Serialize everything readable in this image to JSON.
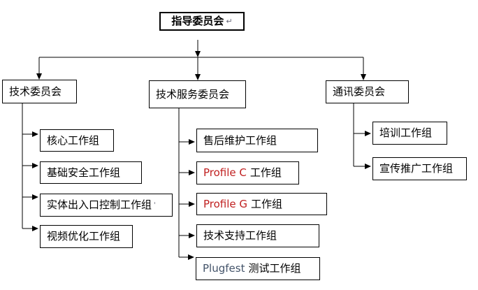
{
  "root": {
    "label": "指导委员会",
    "mark": "↵"
  },
  "committees": [
    {
      "label": "技术委员会",
      "groups": [
        {
          "zh": "核心工作组"
        },
        {
          "zh": "基础安全工作组"
        },
        {
          "zh": "实体出入口控制工作组",
          "mark": "ˈ"
        },
        {
          "zh": "视频优化工作组"
        }
      ]
    },
    {
      "label": "技术服务委员会",
      "groups": [
        {
          "zh": "售后维护工作组"
        },
        {
          "en": "Profile C",
          "zh": "工作组"
        },
        {
          "en": "Profile G",
          "zh": "工作组"
        },
        {
          "zh": "技术支持工作组"
        },
        {
          "en": "Plugfest",
          "zh": "测试工作组"
        }
      ]
    },
    {
      "label": "通讯委员会",
      "groups": [
        {
          "zh": "培训工作组"
        },
        {
          "zh": "宣传推广工作组"
        }
      ]
    }
  ],
  "colors": {
    "background": "#ffffff",
    "line": "#000000",
    "box_border": "#000000",
    "text": "#000000",
    "profile_accent": "#c02020",
    "plugfest_accent": "#44546a"
  }
}
